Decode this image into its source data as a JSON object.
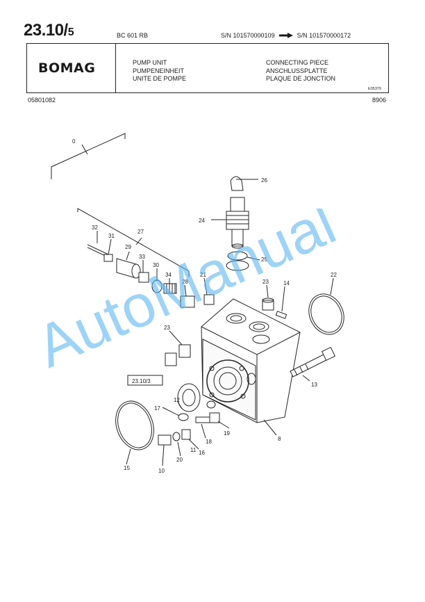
{
  "header": {
    "page_number": "23.10/",
    "page_sub": "5",
    "model": "BC 601 RB",
    "sn_from": "S/N 101570000109",
    "sn_to": "S/N 101570000172",
    "logo_text": "BOMAG",
    "titles_left": [
      "PUMP UNIT",
      "PUMPENEINHEIT",
      "UNITE DE POMPE"
    ],
    "titles_right": [
      "CONNECTING PIECE",
      "ANSCHLUSSPLATTE",
      "PLAQUE DE JONCTION"
    ],
    "drawing_code": "E05379",
    "doc_number": "05801082",
    "date_code": "8906"
  },
  "callouts": [
    "0",
    "26",
    "24",
    "25",
    "32",
    "31",
    "27",
    "29",
    "33",
    "30",
    "34",
    "28",
    "21",
    "23",
    "14",
    "22",
    "23",
    "13",
    "23.10/3",
    "17",
    "12",
    "19",
    "18",
    "8",
    "16",
    "20",
    "11",
    "15",
    "10"
  ],
  "watermark": "AutoManual"
}
